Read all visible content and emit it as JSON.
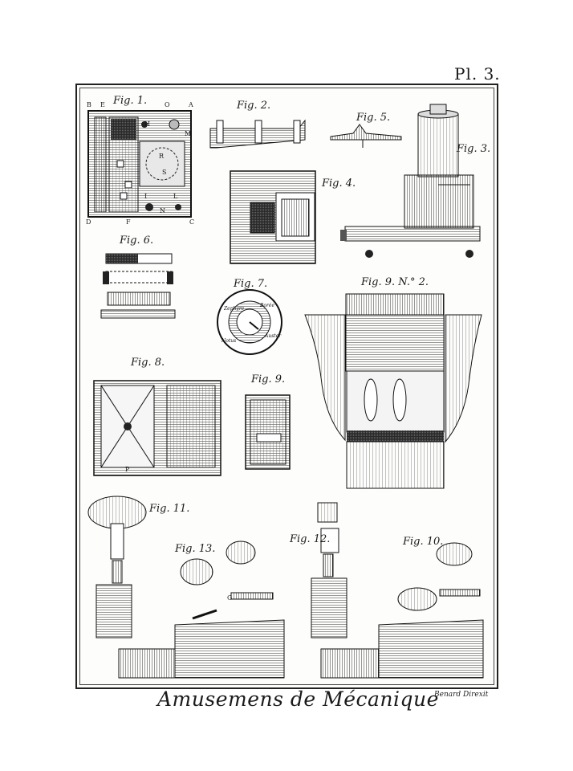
{
  "plate": {
    "number": "Pl. 3."
  },
  "title": "Amusemens de Mécanique",
  "engraver": "Benard Direxit",
  "figures": {
    "fig1": "Fig. 1.",
    "fig2": "Fig. 2.",
    "fig3": "Fig. 3.",
    "fig4": "Fig. 4.",
    "fig5": "Fig. 5.",
    "fig6": "Fig. 6.",
    "fig7": "Fig. 7.",
    "fig8": "Fig. 8.",
    "fig9": "Fig. 9.",
    "fig9n2": "Fig. 9. N.° 2.",
    "fig10": "Fig. 10.",
    "fig11": "Fig. 11.",
    "fig12": "Fig. 12.",
    "fig13": "Fig. 13."
  },
  "fig7_dial": {
    "words": [
      "Zephyre",
      "Borée",
      "Auster",
      "Notus"
    ]
  },
  "letters": {
    "A": "A",
    "B": "B",
    "C": "C",
    "D": "D",
    "E": "E",
    "F": "F",
    "G": "G",
    "H": "H",
    "I": "I",
    "L": "L",
    "M": "M",
    "N": "N",
    "O": "O",
    "P": "P",
    "R": "R",
    "S": "S"
  }
}
